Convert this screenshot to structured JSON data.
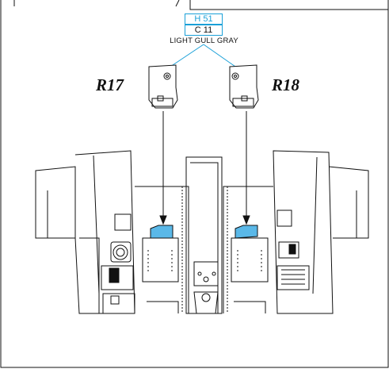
{
  "paint": {
    "h_code": "H 51",
    "c_code": "C 11",
    "name": "LIGHT GULL GRAY"
  },
  "parts": [
    {
      "label": "R17"
    },
    {
      "label": "R18"
    }
  ],
  "colors": {
    "callout_blue": "#1aa0d8",
    "part_fill_blue": "#5ab8e8",
    "line": "#111111"
  }
}
